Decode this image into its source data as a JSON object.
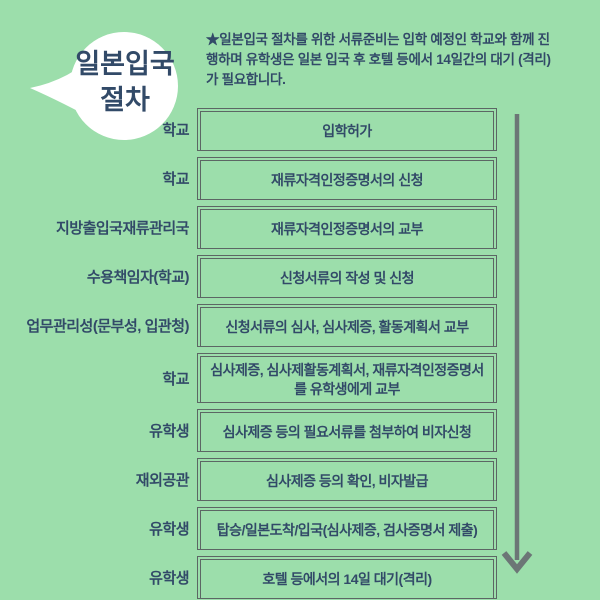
{
  "colors": {
    "background": "#9CDEAB",
    "bubble_fill": "#FFFFFF",
    "text_navy": "#324A68",
    "box_border": "#5C6664",
    "arrow_gray": "#6C7676"
  },
  "bubble": {
    "title_line1": "일본입국",
    "title_line2": "절차"
  },
  "intro": {
    "text": "★일본입국 절차를 위한 서류준비는 입학 예정인 학교와 함께 진행하며 유학생은 일본 입국 후 호텔 등에서 14일간의 대기 (격리) 가 필요합니다."
  },
  "flow": {
    "rows": [
      {
        "actor": "학교",
        "step": "입학허가"
      },
      {
        "actor": "학교",
        "step": "재류자격인정증명서의 신청"
      },
      {
        "actor": "지방출입국재류관리국",
        "step": "재류자격인정증명서의 교부"
      },
      {
        "actor": "수용책임자(학교)",
        "step": "신청서류의 작성 및 신청"
      },
      {
        "actor": "업무관리성(문부성, 입관청)",
        "step": "신청서류의 심사, 심사제증, 활동계획서 교부"
      },
      {
        "actor": "학교",
        "step": "심사제증, 심사제활동계획서, 재류자격인정증명서를 유학생에게 교부"
      },
      {
        "actor": "유학생",
        "step": "심사제증 등의 필요서류를 첨부하여 비자신청"
      },
      {
        "actor": "재외공관",
        "step": "심사제증 등의 확인, 비자발급"
      },
      {
        "actor": "유학생",
        "step": "탑승/일본도착/입국(심사제증, 검사증명서 제출)"
      },
      {
        "actor": "유학생",
        "step": "호텔 등에서의 14일 대기(격리)"
      }
    ]
  }
}
